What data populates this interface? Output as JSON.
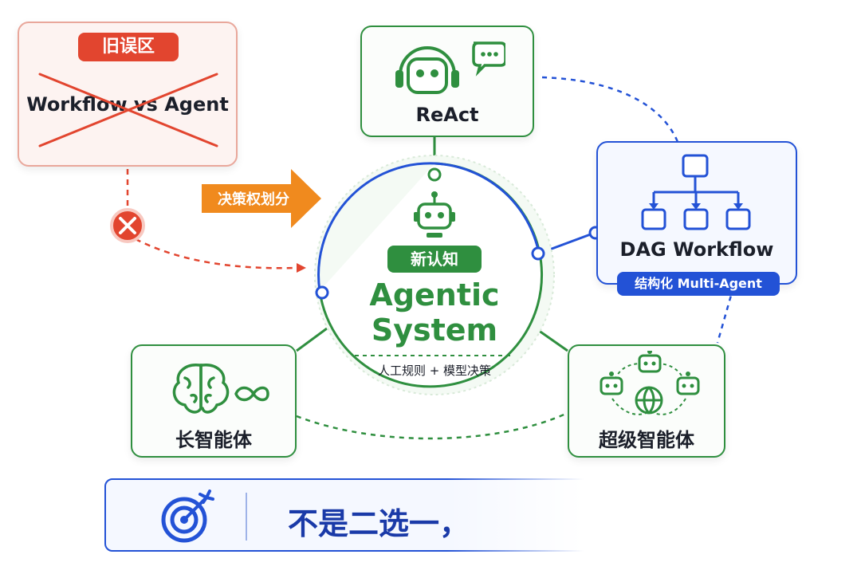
{
  "misconception": {
    "tag": "旧误区",
    "text": "Workflow vs Agent"
  },
  "arrow_label": "决策权划分",
  "center": {
    "badge": "新认知",
    "title_line1": "Agentic",
    "title_line2": "System",
    "subtitle": "人工规则 + 模型决策"
  },
  "nodes": {
    "react": {
      "label": "ReAct"
    },
    "dag": {
      "label": "DAG Workflow",
      "tag": "结构化 Multi-Agent"
    },
    "long_agent": {
      "label": "长智能体"
    },
    "super_agent": {
      "label": "超级智能体"
    }
  },
  "banner": {
    "text": "不是二选一，"
  },
  "colors": {
    "green": "#2f8f3f",
    "blue": "#2352d6",
    "red": "#e2452f",
    "orange": "#f08a1e"
  }
}
